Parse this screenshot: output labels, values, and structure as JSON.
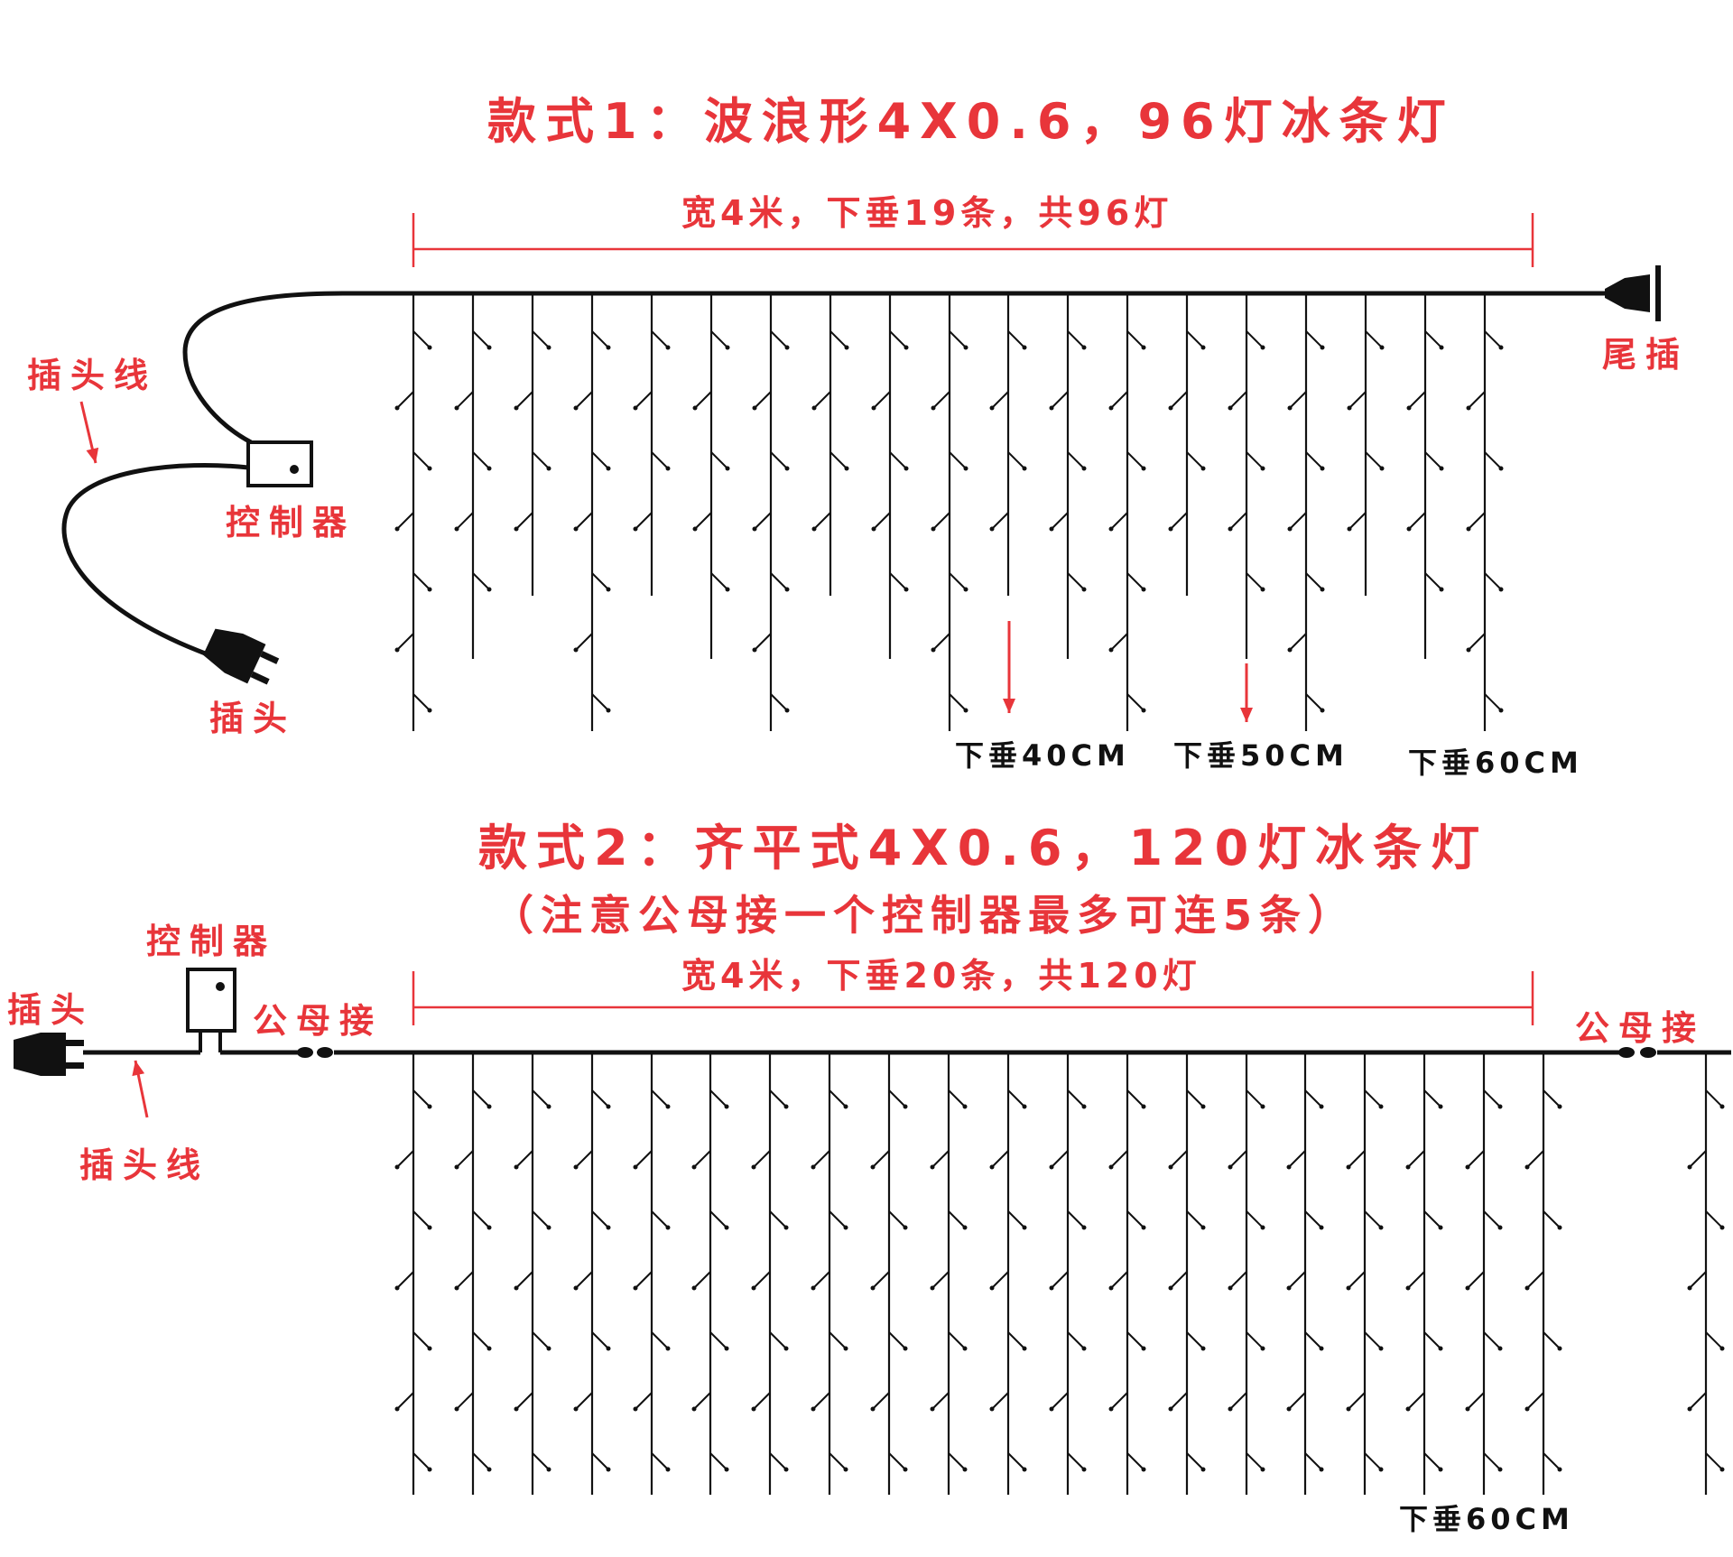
{
  "style1": {
    "title": "款式1：波浪形4X0.6，96灯冰条灯",
    "dimension": "宽4米，下垂19条，共96灯",
    "strand_count": 19,
    "strand_lengths": [
      "long",
      "mid",
      "short",
      "long",
      "short",
      "mid",
      "long",
      "short",
      "mid",
      "long",
      "short",
      "mid",
      "long",
      "short",
      "mid",
      "long",
      "short",
      "mid",
      "long"
    ],
    "labels": {
      "plug_cable": "插头线",
      "controller": "控制器",
      "plug": "插头",
      "tail_plug": "尾插",
      "drop_40": "下垂40CM",
      "drop_50": "下垂50CM",
      "drop_60": "下垂60CM"
    }
  },
  "style2": {
    "title": "款式2：齐平式4X0.6，120灯冰条灯",
    "note": "（注意公母接一个控制器最多可连5条）",
    "dimension": "宽4米，下垂20条，共120灯",
    "strand_count": 20,
    "labels": {
      "controller": "控制器",
      "plug": "插头",
      "plug_cable": "插头线",
      "connector_left": "公母接",
      "connector_right": "公母接",
      "drop_60": "下垂60CM"
    }
  },
  "colors": {
    "annotation": "#e8353a",
    "line": "#111111"
  }
}
